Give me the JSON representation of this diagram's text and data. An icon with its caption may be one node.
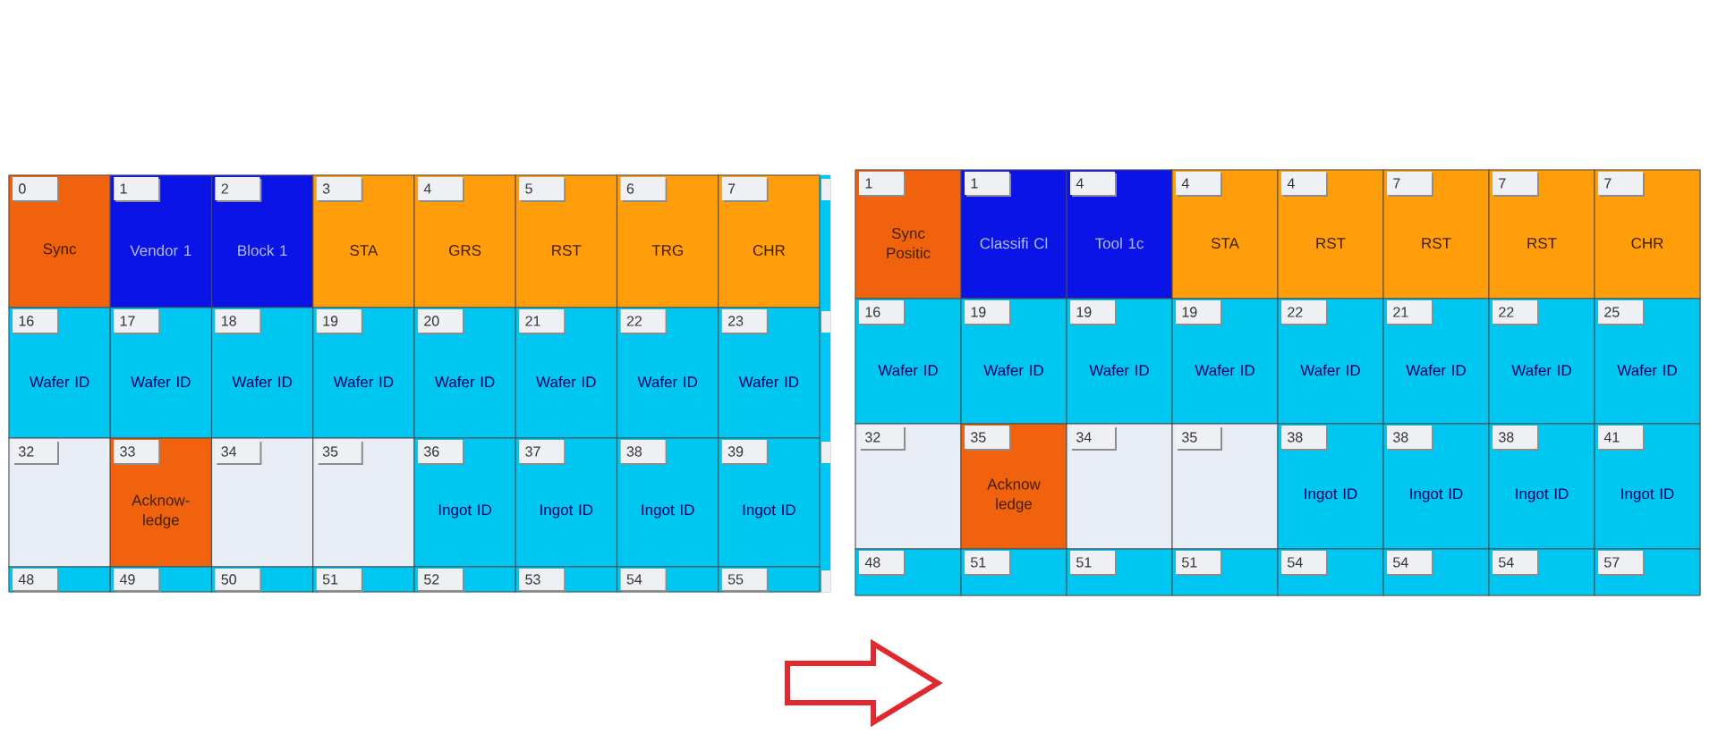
{
  "diagram": {
    "nodes": [
      {
        "text": [],
        "shape": "box"
      },
      {
        "text": [
          "0",
          "Sync"
        ],
        "in": 0
      },
      {
        "text": [
          "1",
          "Vendor 1"
        ],
        "in": 0
      },
      {
        "text": [
          "2",
          "Block 1"
        ],
        "in": 0
      },
      {
        "text": [
          "3",
          "STA"
        ],
        "in": 0
      },
      {
        "text": [
          "4",
          "GRS"
        ],
        "in": 0
      },
      {
        "text": [
          "5",
          "RST"
        ],
        "in": 0
      },
      {
        "text": [
          "6",
          "TRG"
        ],
        "in": 0
      },
      {
        "text": [
          "7",
          "CHR"
        ],
        "in": 0
      },
      {
        "text": [
          "16",
          "Wafer ID"
        ],
        "in": 0
      },
      {
        "text": [
          "17",
          "Wafer ID"
        ],
        "in": 0
      },
      {
        "text": [
          "18",
          "Wafer ID"
        ],
        "in": 0
      },
      {
        "text": [
          "19",
          "Wafer ID"
        ],
        "in": 0
      },
      {
        "text": [
          "20",
          "Wafer ID"
        ],
        "in": 0
      },
      {
        "text": [
          "21",
          "Wafer ID"
        ],
        "in": 0
      },
      {
        "text": [
          "22",
          "Wafer ID"
        ],
        "in": 0
      },
      {
        "text": [
          "23",
          "Wafer ID"
        ],
        "in": 0
      },
      {
        "text": [
          "32"
        ],
        "in": 0
      },
      {
        "text": [
          "33",
          "Acknow- ledge"
        ],
        "in": 0
      },
      {
        "text": [
          "34"
        ],
        "in": 0
      },
      {
        "text": [
          "35"
        ],
        "in": 0
      },
      {
        "text": [
          "36",
          "Ingot ID"
        ],
        "in": 0
      },
      {
        "text": [
          "37",
          "Ingot ID"
        ],
        "in": 0
      },
      {
        "text": [
          "38",
          "Ingot ID"
        ],
        "in": 0
      },
      {
        "text": [
          "39",
          "Ingot ID"
        ],
        "in": 0
      },
      {
        "text": [
          "48"
        ],
        "in": 0
      },
      {
        "text": [
          "49"
        ],
        "in": 0
      },
      {
        "text": [
          "50"
        ],
        "in": 0
      },
      {
        "text": [
          "51"
        ],
        "in": 0
      },
      {
        "text": [
          "52"
        ],
        "in": 0
      },
      {
        "text": [
          "53"
        ],
        "in": 0
      },
      {
        "text": [
          "54"
        ],
        "in": 0
      },
      {
        "text": [
          "55"
        ],
        "in": 0
      },
      {
        "text": [],
        "shape": "box"
      },
      {
        "text": [
          "1",
          "Sync Positic"
        ],
        "in": 33
      },
      {
        "text": [
          "1",
          "Classifi Cl"
        ],
        "in": 33
      },
      {
        "text": [
          "4",
          "Tool 1c"
        ],
        "in": 33
      },
      {
        "text": [
          "4",
          "STA"
        ],
        "in": 33
      },
      {
        "text": [
          "4",
          "RST"
        ],
        "in": 33
      },
      {
        "text": [
          "7",
          "RST"
        ],
        "in": 33
      },
      {
        "text": [
          "7",
          "RST"
        ],
        "in": 33
      },
      {
        "text": [
          "7",
          "CHR"
        ],
        "in": 33
      },
      {
        "text": [
          "16",
          "Wafer ID"
        ],
        "in": 33
      },
      {
        "text": [
          "19",
          "Wafer ID"
        ],
        "in": 33
      },
      {
        "text": [
          "19",
          "Wafer ID"
        ],
        "in": 33
      },
      {
        "text": [
          "19",
          "Wafer ID"
        ],
        "in": 33
      },
      {
        "text": [
          "22",
          "Wafer ID"
        ],
        "in": 33
      },
      {
        "text": [
          "21",
          "Wafer ID"
        ],
        "in": 33
      },
      {
        "text": [
          "22",
          "Wafer ID"
        ],
        "in": 33
      },
      {
        "text": [
          "25",
          "Wafer ID"
        ],
        "in": 33
      },
      {
        "text": [
          "32"
        ],
        "in": 33
      },
      {
        "text": [
          "35",
          "Acknow ledge"
        ],
        "in": 33
      },
      {
        "text": [
          "34"
        ],
        "in": 33
      },
      {
        "text": [
          "35"
        ],
        "in": 33
      },
      {
        "text": [
          "38",
          "Ingot ID"
        ],
        "in": 33
      },
      {
        "text": [
          "38",
          "Ingot ID"
        ],
        "in": 33
      },
      {
        "text": [
          "38",
          "Ingot ID"
        ],
        "in": 33
      },
      {
        "text": [
          "41",
          "Ingot ID"
        ],
        "in": 33
      },
      {
        "text": [
          "48"
        ],
        "in": 33
      },
      {
        "text": [
          "51"
        ],
        "in": 33
      },
      {
        "text": [
          "51"
        ],
        "in": 33
      },
      {
        "text": [
          "51"
        ],
        "in": 33
      },
      {
        "text": [
          "54"
        ],
        "in": 33
      },
      {
        "text": [
          "54"
        ],
        "in": 33
      },
      {
        "text": [
          "54"
        ],
        "in": 33
      },
      {
        "text": [
          "57"
        ],
        "in": 33
      }
    ],
    "edges": [
      {
        "from": 0,
        "to": 33,
        "arrow": "to",
        "color": "#e0282e"
      }
    ]
  }
}
